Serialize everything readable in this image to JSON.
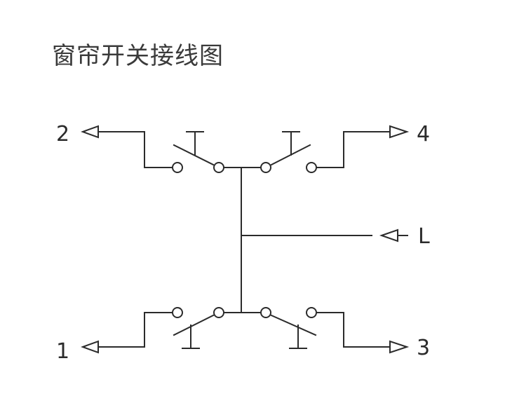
{
  "diagram": {
    "title": "窗帘开关接线图",
    "terminals": {
      "t2": "2",
      "t4": "4",
      "tL": "L",
      "t1": "1",
      "t3": "3"
    }
  }
}
